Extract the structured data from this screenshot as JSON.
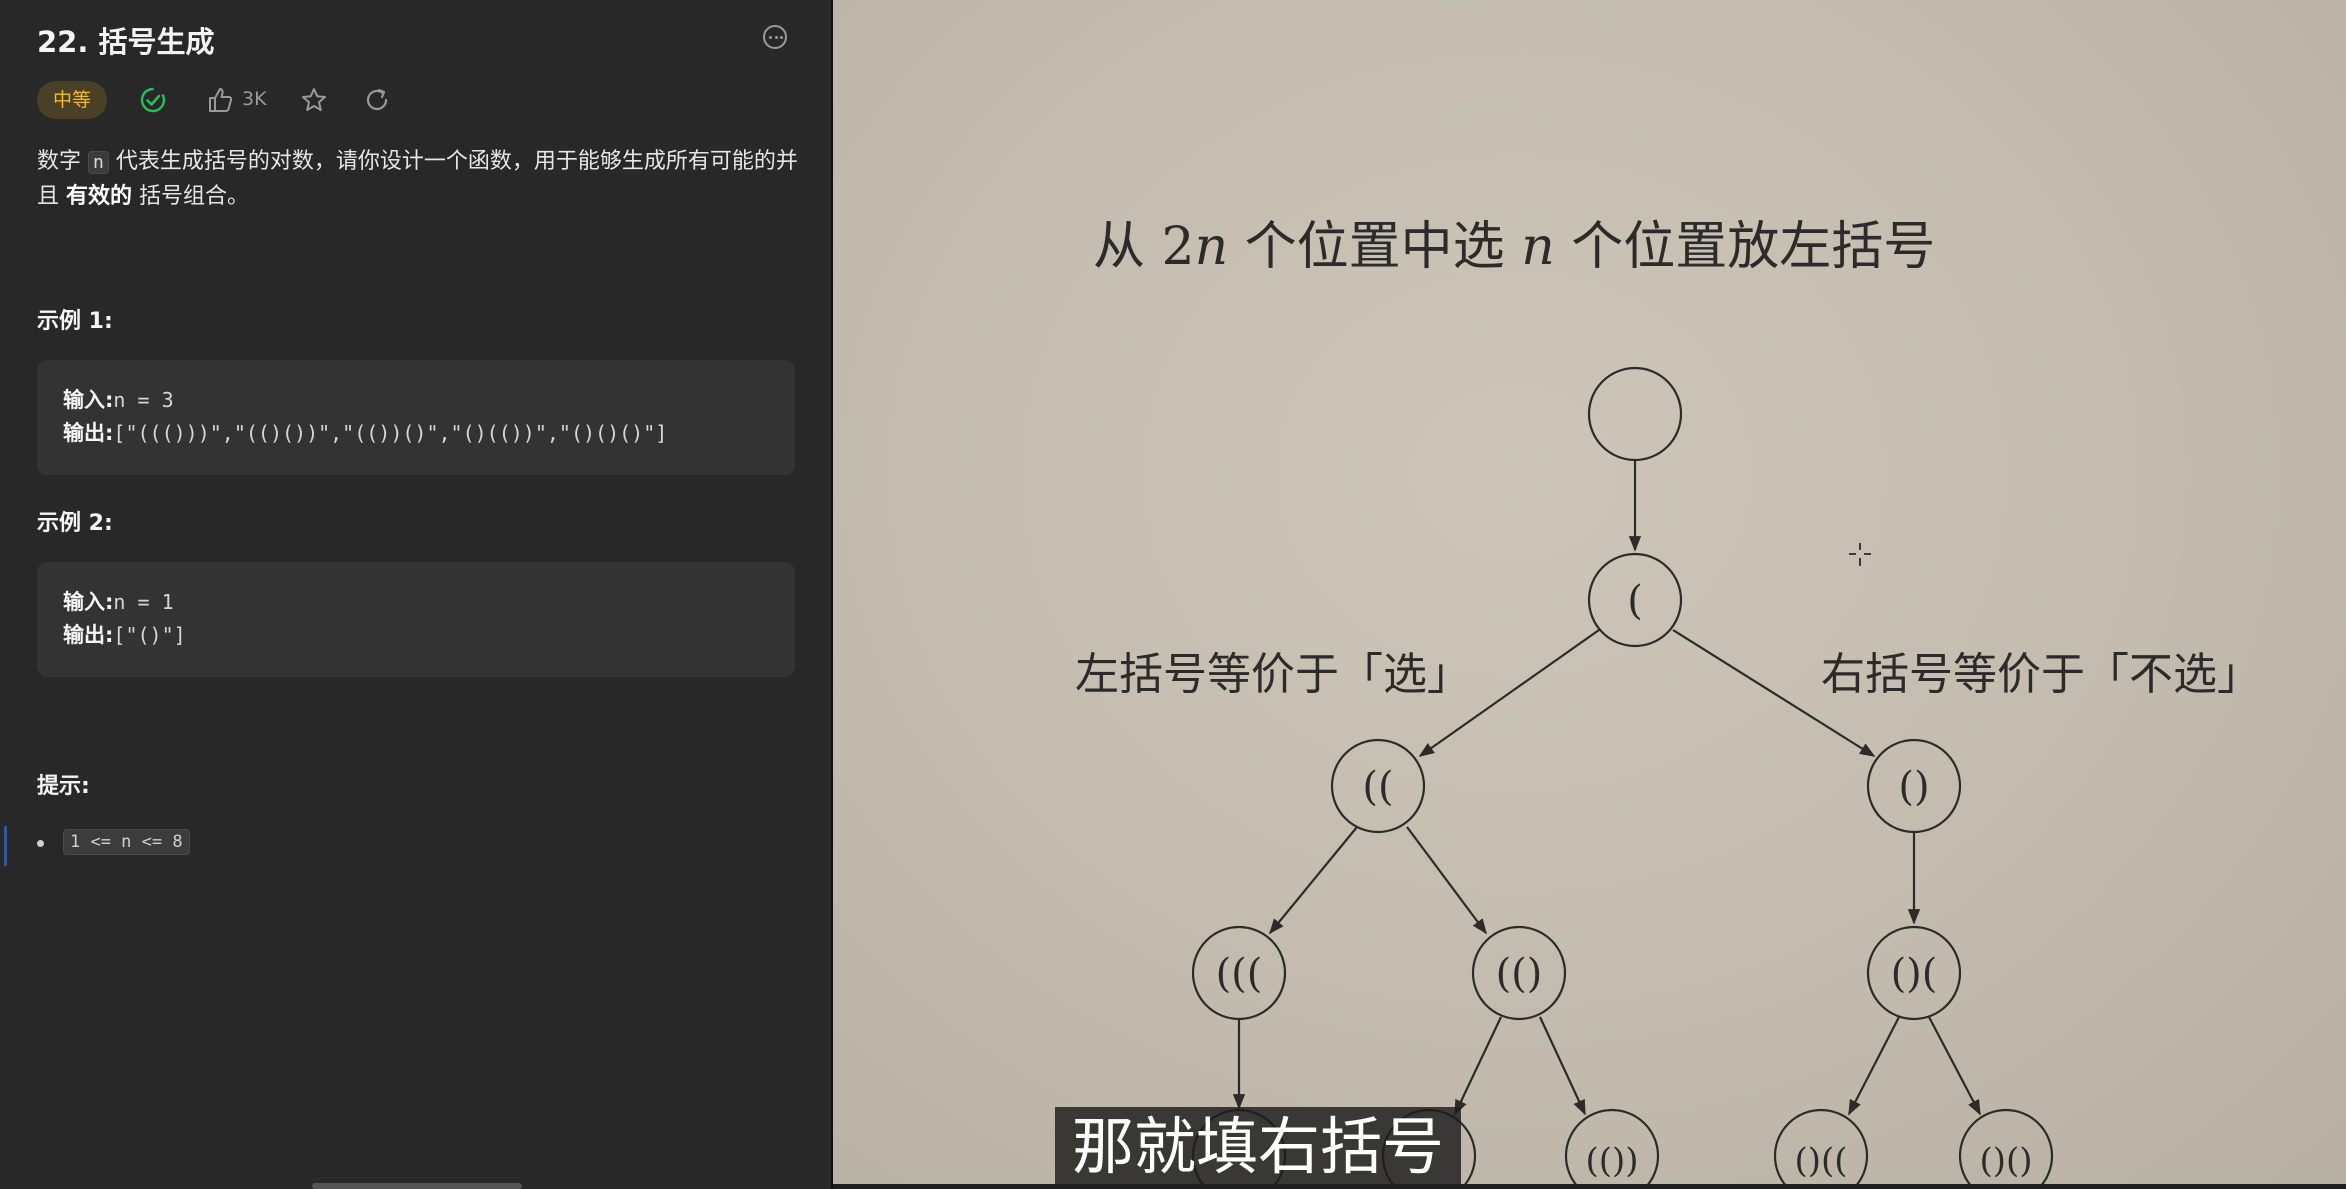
{
  "problem": {
    "title": "22. 括号生成",
    "difficulty": "中等",
    "likes": "3K",
    "description": {
      "part1": "数字 ",
      "var": "n",
      "part2": " 代表生成括号的对数，请你设计一个函数，用于能够生成所有可能的并且 ",
      "bold": "有效的",
      "part3": " 括号组合。"
    },
    "examples": [
      {
        "heading": "示例 1:",
        "input_label": "输入:",
        "input": "n = 3",
        "output_label": "输出:",
        "output": "[\"((()))\",\"(()())\",\"(())()\",\"()(())\",\"()()()\"]"
      },
      {
        "heading": "示例 2:",
        "input_label": "输入:",
        "input": "n = 1",
        "output_label": "输出:",
        "output": "[\"()\"]"
      }
    ],
    "hints_heading": "提示:",
    "constraint": "1 <= n <= 8"
  },
  "video": {
    "slide_title": {
      "prefix": "从 ",
      "num": "2",
      "var1": "n",
      "middle": " 个位置中选 ",
      "var2": "n",
      "suffix": " 个位置放左括号"
    },
    "left_note": "左括号等价于「选」",
    "right_note": "右括号等价于「不选」",
    "tree_nodes": {
      "root": "",
      "l1": "(",
      "l2_left": "((",
      "l2_right": "()",
      "l3_a": "(((",
      "l3_b": "(()",
      "l3_c": "()(",
      "l4_b": "(())",
      "l4_c1": "()((",
      "l4_c2": "()()"
    },
    "caption": "那就填右括号"
  },
  "icons": [
    "more-icon",
    "solved-check-icon",
    "thumbs-up-icon",
    "star-icon",
    "share-icon",
    "crosshair-cursor-icon"
  ],
  "colors": {
    "panel_bg": "#282828",
    "difficulty_text": "#f7b928",
    "solved_green": "#2cbb5d",
    "slide_bg": "#c6bfb1"
  }
}
